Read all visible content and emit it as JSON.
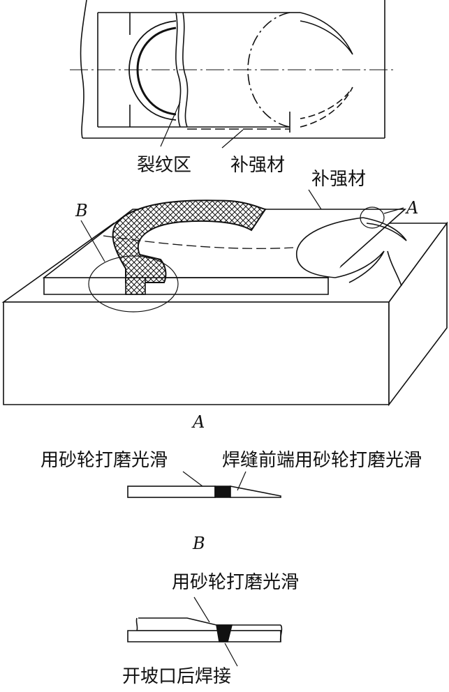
{
  "top_view": {
    "label_crack_zone": "裂纹区",
    "label_reinforcement": "补强材"
  },
  "iso_view": {
    "label_reinforcement": "补强材",
    "marker_a": "A",
    "marker_b": "B"
  },
  "detail_a": {
    "title": "A",
    "label_left": "用砂轮打磨光滑",
    "label_right": "焊缝前端用砂轮打磨光滑"
  },
  "detail_b": {
    "title": "B",
    "label_top": "用砂轮打磨光滑",
    "label_bottom": "开坡口后焊接"
  }
}
